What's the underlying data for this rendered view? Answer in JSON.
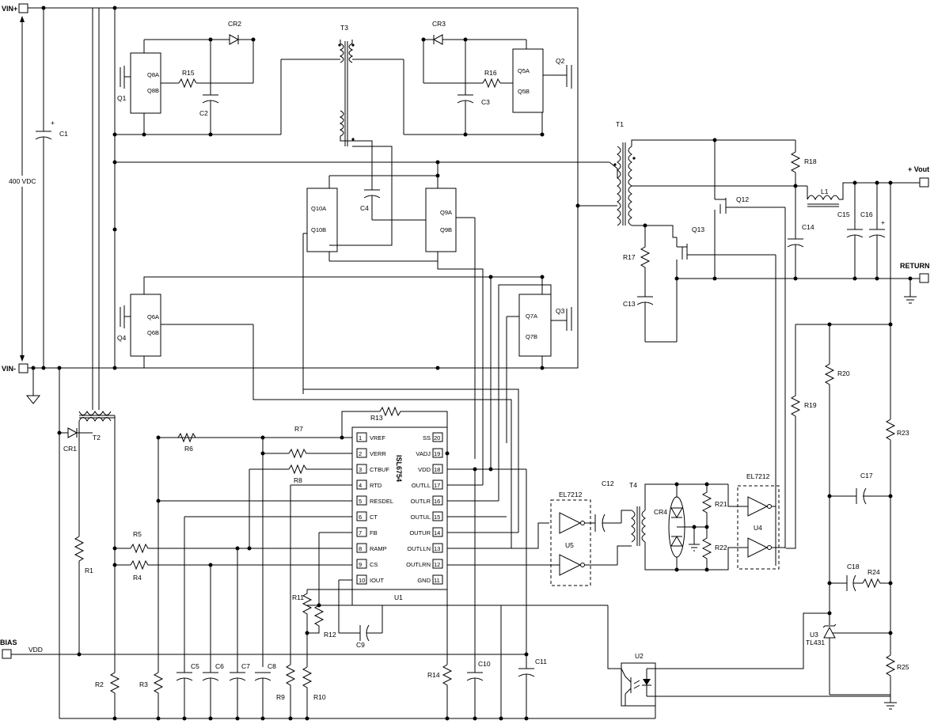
{
  "ports": {
    "vin_plus": "VIN+",
    "vin_minus": "VIN-",
    "vout": "+ Vout",
    "return": "RETURN",
    "bias": "BIAS",
    "vdd_label": "VDD",
    "input_voltage": "400 VDC"
  },
  "transformers": {
    "t1": "T1",
    "t2": "T2",
    "t3": "T3",
    "t4": "T4"
  },
  "inductors": {
    "l1": "L1"
  },
  "mosfets": {
    "q1": "Q1",
    "q2": "Q2",
    "q3": "Q3",
    "q4": "Q4",
    "q12": "Q12",
    "q13": "Q13"
  },
  "drivers": {
    "q5a": "Q5A",
    "q5b": "Q5B",
    "q6a": "Q6A",
    "q6b": "Q6B",
    "q7a": "Q7A",
    "q7b": "Q7B",
    "q8a": "Q8A",
    "q8b": "Q8B",
    "q9a": "Q9A",
    "q9b": "Q9B",
    "q10a": "Q10A",
    "q10b": "Q10B"
  },
  "diodes": {
    "cr1": "CR1",
    "cr2": "CR2",
    "cr3": "CR3",
    "cr4": "CR4"
  },
  "resistors": {
    "r1": "R1",
    "r2": "R2",
    "r3": "R3",
    "r4": "R4",
    "r5": "R5",
    "r6": "R6",
    "r7": "R7",
    "r8": "R8",
    "r9": "R9",
    "r10": "R10",
    "r11": "R11",
    "r12": "R12",
    "r13": "R13",
    "r14": "R14",
    "r15": "R15",
    "r16": "R16",
    "r17": "R17",
    "r18": "R18",
    "r19": "R19",
    "r20": "R20",
    "r21": "R21",
    "r22": "R22",
    "r23": "R23",
    "r24": "R24",
    "r25": "R25"
  },
  "capacitors": {
    "c1": "C1",
    "c2": "C2",
    "c3": "C3",
    "c4": "C4",
    "c5": "C5",
    "c6": "C6",
    "c7": "C7",
    "c8": "C8",
    "c9": "C9",
    "c10": "C10",
    "c11": "C11",
    "c12": "C12",
    "c13": "C13",
    "c14": "C14",
    "c15": "C15",
    "c16": "C16",
    "c17": "C17",
    "c18": "C18"
  },
  "ic": {
    "ref": "U1",
    "part": "ISL6754",
    "left_pins": [
      {
        "num": "1",
        "name": "VREF"
      },
      {
        "num": "2",
        "name": "VERR"
      },
      {
        "num": "3",
        "name": "CTBUF"
      },
      {
        "num": "4",
        "name": "RTD"
      },
      {
        "num": "5",
        "name": "RESDEL"
      },
      {
        "num": "6",
        "name": "CT"
      },
      {
        "num": "7",
        "name": "FB"
      },
      {
        "num": "8",
        "name": "RAMP"
      },
      {
        "num": "9",
        "name": "CS"
      },
      {
        "num": "10",
        "name": "IOUT"
      }
    ],
    "right_pins": [
      {
        "num": "20",
        "name": "SS"
      },
      {
        "num": "19",
        "name": "VADJ"
      },
      {
        "num": "18",
        "name": "VDD"
      },
      {
        "num": "17",
        "name": "OUTLL"
      },
      {
        "num": "16",
        "name": "OUTLR"
      },
      {
        "num": "15",
        "name": "OUTUL"
      },
      {
        "num": "14",
        "name": "OUTUR"
      },
      {
        "num": "13",
        "name": "OUTLLN"
      },
      {
        "num": "12",
        "name": "OUTLRN"
      },
      {
        "num": "11",
        "name": "GND"
      }
    ]
  },
  "gate_drivers": {
    "u4": "U4",
    "u5": "U5",
    "u4_part": "EL7212",
    "u5_part": "EL7212"
  },
  "opto": {
    "u2": "U2"
  },
  "shunt_ref": {
    "u3": "U3",
    "u3_part": "TL431"
  },
  "plus_sign": "+"
}
